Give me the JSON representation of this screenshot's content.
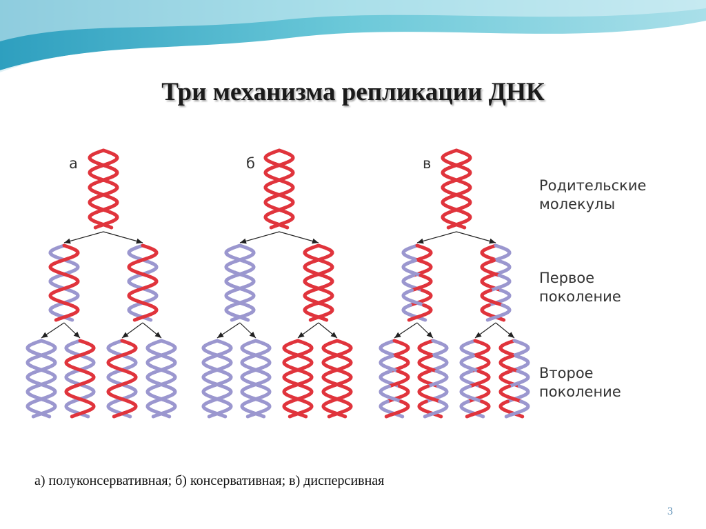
{
  "title": "Три механизма репликации ДНК",
  "panels": [
    {
      "letter": "а"
    },
    {
      "letter": "б"
    },
    {
      "letter": "в"
    }
  ],
  "side_labels": {
    "parent": [
      "Родительские",
      "молекулы"
    ],
    "first": [
      "Первое",
      "поколение"
    ],
    "second": [
      "Второе",
      "поколение"
    ]
  },
  "caption": "а) полуконсервативная; б) консервативная; в) дисперсивная",
  "slide_number": "3",
  "colors": {
    "old_strand": "#e0343c",
    "new_strand": "#9b97cf",
    "arrow": "#222222",
    "wave_dark": "#4fb3c8",
    "wave_light": "#bfe6ee"
  }
}
